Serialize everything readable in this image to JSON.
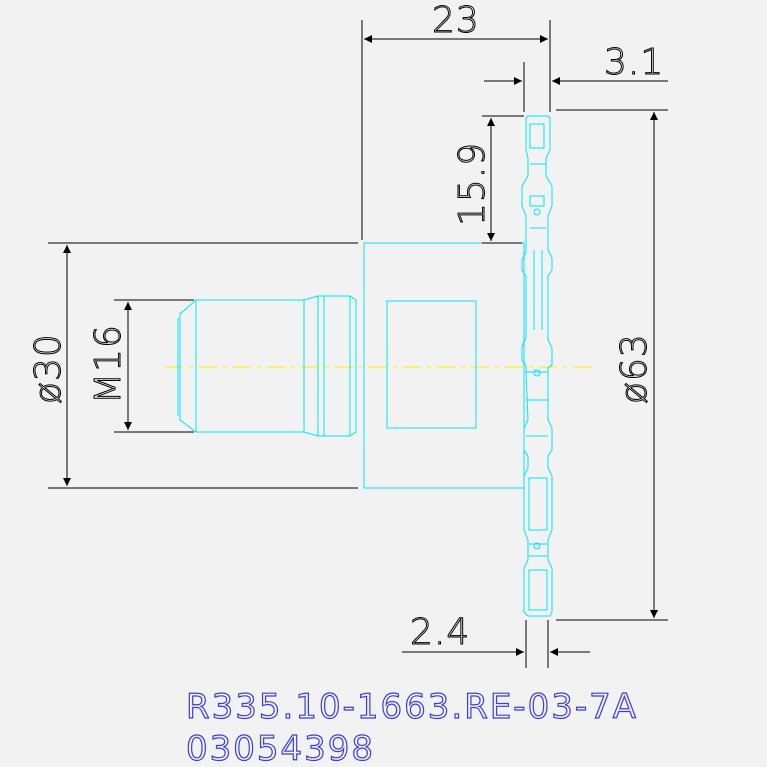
{
  "dimensions": {
    "overall_length": "23",
    "flange_thickness": "3.1",
    "tooth_height": "15.9",
    "body_diameter": "ø30",
    "thread": "M16",
    "cutter_diameter": "ø63",
    "tip_width": "2.4"
  },
  "title": {
    "part_number": "R335.10-1663.RE-03-7A",
    "order_code": "03054398"
  },
  "colors": {
    "background": "#f2f2f2",
    "dimension_lines": "#000000",
    "part_outline": "#00e5ff",
    "center_axis": "#ffee00",
    "title_text": "#3d3ddb"
  }
}
